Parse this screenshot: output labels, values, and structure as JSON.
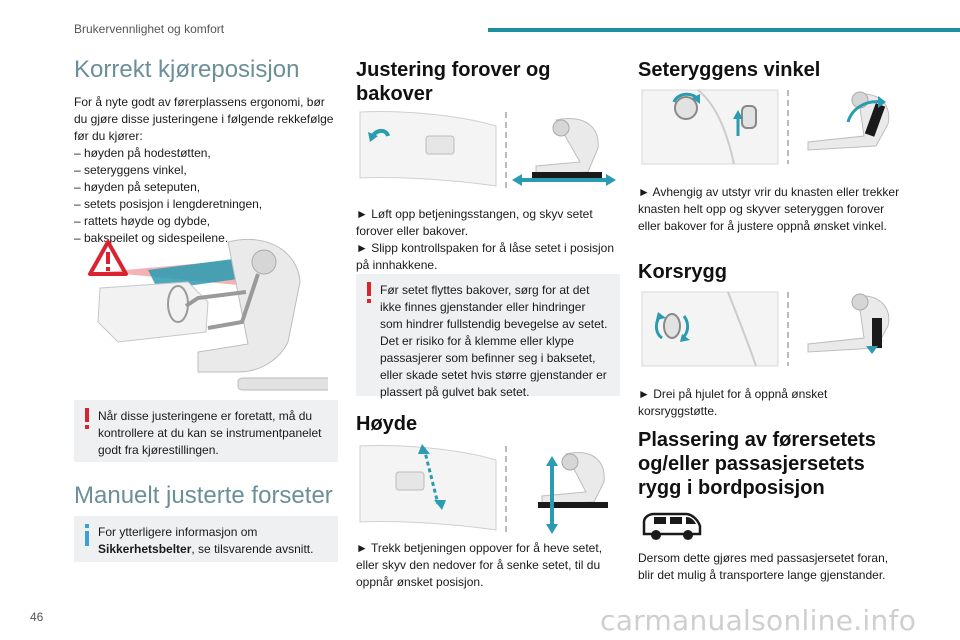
{
  "header": {
    "section": "Brukervennlighet og komfort",
    "page_number": "46"
  },
  "watermark": "carmanualsonline.info",
  "col1": {
    "title": "Korrekt kjøreposisjon",
    "intro": "For å nyte godt av førerplassens ergonomi, bør du gjøre disse justeringene i følgende rekkefølge før du kjører:",
    "steps": [
      "– høyden på hodestøtten,",
      "– seteryggens vinkel,",
      "– høyden på seteputen,",
      "– setets posisjon i lengderetningen,",
      "– rattets høyde og dybde,",
      "– bakspeilet og sidespeilene."
    ],
    "warning": "Når disse justeringene er foretatt, må du kontrollere at du kan se instrumentpanelet godt fra kjørestillingen.",
    "title2": "Manuelt justerte forseter",
    "info_prefix": "For ytterligere informasjon om ",
    "info_bold": "Sikkerhetsbelter",
    "info_suffix": ", se tilsvarende avsnitt."
  },
  "col2": {
    "title": "Justering forover og bakover",
    "p1": "► Løft opp betjeningsstangen, og skyv setet forover eller bakover.",
    "p2": "► Slipp kontrollspaken for å låse setet i posisjon på innhakkene.",
    "warning": "Før setet flyttes bakover, sørg for at det ikke finnes gjenstander eller hindringer som hindrer fullstendig bevegelse av setet. Det er risiko for å klemme eller klype passasjerer som befinner seg i baksetet, eller skade setet hvis større gjenstander er plassert på gulvet bak setet.",
    "title2": "Høyde",
    "p3": "► Trekk betjeningen oppover for å heve setet, eller skyv den nedover for å senke setet, til du oppnår ønsket posisjon."
  },
  "col3": {
    "title": "Seteryggens vinkel",
    "p1": "► Avhengig av utstyr vrir du knasten eller trekker knasten helt opp og skyver seteryggen forover eller bakover for å justere oppnå ønsket vinkel.",
    "title2": "Korsrygg",
    "p2": "► Drei på hjulet for å oppnå ønsket korsryggstøtte.",
    "title3": "Plassering av førersetets og/eller passasjersetets rygg i bordposisjon",
    "p3": "Dersom dette gjøres med passasjersetet foran, blir det mulig å transportere lange gjenstander."
  },
  "colors": {
    "accent": "#1f8fa0",
    "warning_red": "#d9232e",
    "info_blue": "#3aa0d8",
    "note_bg": "#eef0f1"
  }
}
